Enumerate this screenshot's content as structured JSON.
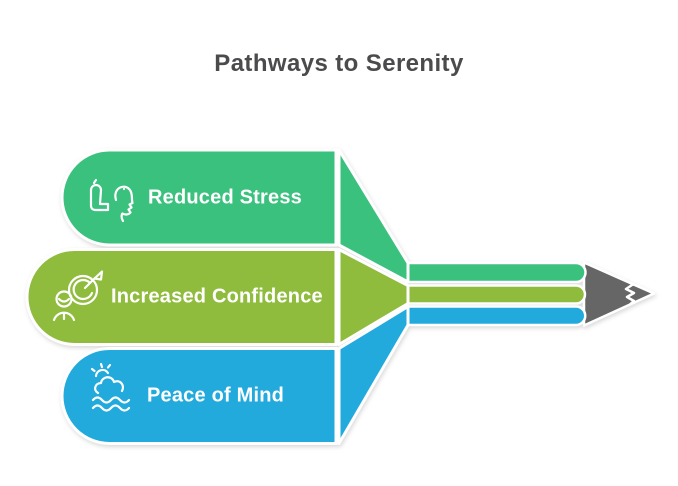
{
  "title": "Pathways to Serenity",
  "items": [
    {
      "label": "Reduced Stress",
      "color": "#3bc17e",
      "icon": "inhaler-breathing-icon"
    },
    {
      "label": "Increased Confidence",
      "color": "#8fbc3d",
      "icon": "person-target-dart-icon"
    },
    {
      "label": "Peace of Mind",
      "color": "#22aadd",
      "icon": "sun-cloud-waves-icon"
    }
  ],
  "pencil": {
    "color": "#666666"
  },
  "colors": {
    "background": "#ffffff",
    "title_text": "#4b4b4d",
    "label_text": "#ffffff",
    "outline": "#ffffff"
  }
}
